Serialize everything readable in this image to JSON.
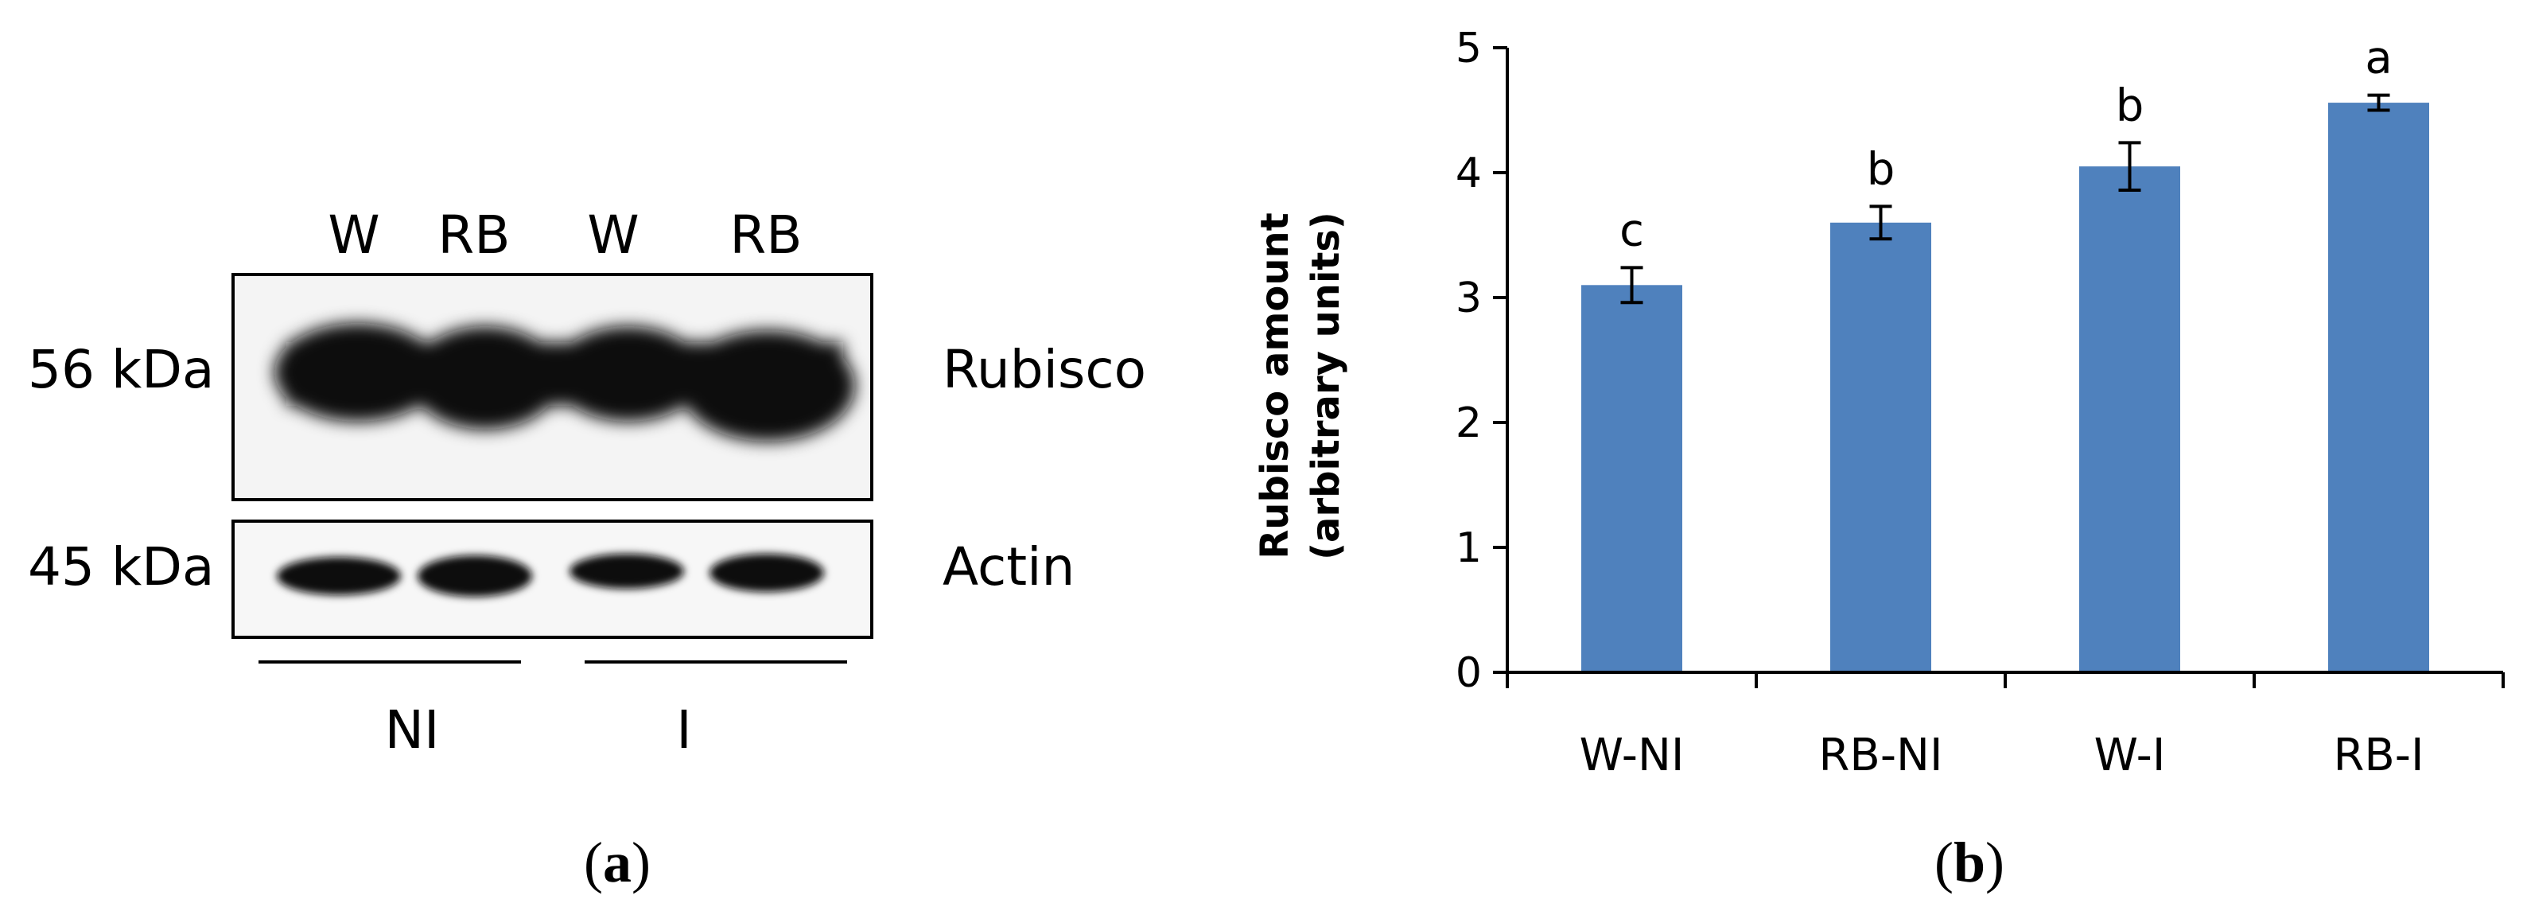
{
  "panel_a": {
    "lanes": [
      "W",
      "RB",
      "W",
      "RB"
    ],
    "rubisco": {
      "size": "56 kDa",
      "protein": "Rubisco"
    },
    "actin": {
      "size": "45 kDa",
      "protein": "Actin"
    },
    "groups": [
      "NI",
      "I"
    ],
    "label_open": "(",
    "label_letter": "a",
    "label_close": ")"
  },
  "panel_b": {
    "label_open": "(",
    "label_letter": "b",
    "label_close": ")"
  },
  "colors": {
    "bar": "#4f81bd",
    "axis": "#000000",
    "band": "#0d0d0d"
  },
  "chart_data": {
    "type": "bar",
    "categories": [
      "W-NI",
      "RB-NI",
      "W-I",
      "RB-I"
    ],
    "values": [
      3.1,
      3.6,
      4.05,
      4.56
    ],
    "errors": [
      0.14,
      0.13,
      0.19,
      0.06
    ],
    "significance": [
      "c",
      "b",
      "b",
      "a"
    ],
    "ylabel_line1": "Rubisco amount",
    "ylabel_line2": "(arbitrary units)",
    "xlabel": "",
    "ylim": [
      0,
      5
    ],
    "yticks": [
      0,
      1,
      2,
      3,
      4,
      5
    ],
    "grid": false
  }
}
